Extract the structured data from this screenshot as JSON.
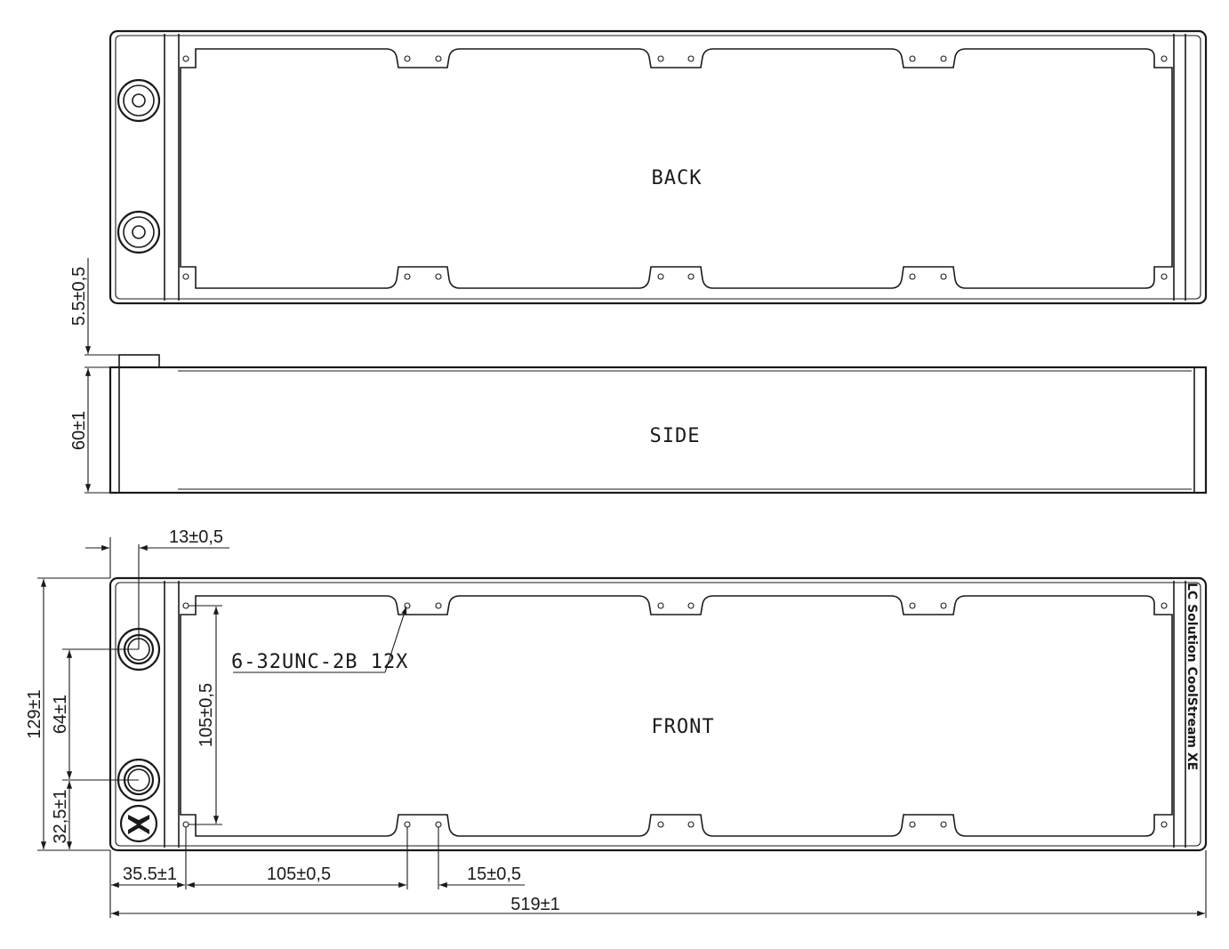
{
  "views": {
    "back": "BACK",
    "side": "SIDE",
    "front": "FRONT"
  },
  "dimensions": {
    "fitting_height": "5.5±0,5",
    "side_thickness": "60±1",
    "fitting_offset": "13±0,5",
    "overall_height": "129±1",
    "port_spacing": "64±1",
    "port_bottom": "32,5±1",
    "hole_vertical": "105±0,5",
    "left_offset": "35.5±1",
    "hole_horizontal": "105±0,5",
    "hole_pair": "15±0,5",
    "overall_length": "519±1"
  },
  "thread_note": "6-32UNC-2B 12X",
  "brand_text": "LC Solution CoolStream XE",
  "colors": {
    "line": "#1a1a1a",
    "background": "#ffffff"
  }
}
